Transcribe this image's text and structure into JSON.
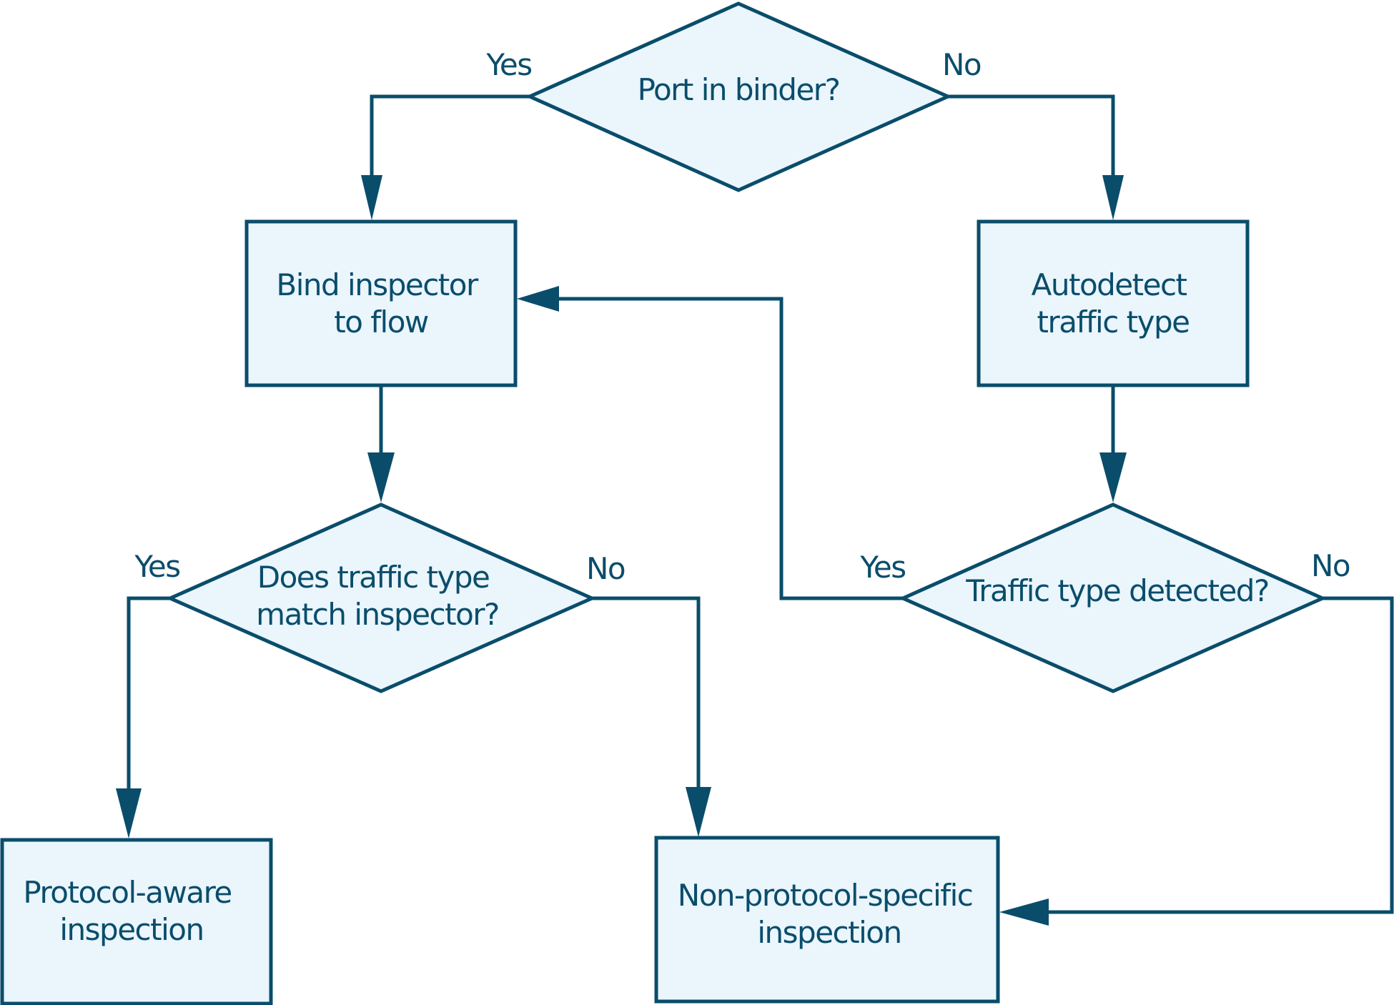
{
  "colors": {
    "stroke": "#0a4d6b",
    "fill": "#eaf5fc",
    "text": "#0a4d6b",
    "background": "#ffffff"
  },
  "nodes": {
    "port_in_binder": {
      "shape": "decision",
      "lines": [
        "Port in binder?"
      ]
    },
    "bind_inspector": {
      "shape": "process",
      "lines": [
        "Bind inspector",
        "to flow"
      ]
    },
    "autodetect": {
      "shape": "process",
      "lines": [
        "Autodetect",
        "traffic type"
      ]
    },
    "type_match": {
      "shape": "decision",
      "lines": [
        "Does traffic type",
        "match inspector?"
      ]
    },
    "type_detected": {
      "shape": "decision",
      "lines": [
        "Traffic type detected?"
      ]
    },
    "protocol_aware": {
      "shape": "process",
      "lines": [
        "Protocol-aware",
        "inspection"
      ]
    },
    "non_protocol": {
      "shape": "process",
      "lines": [
        "Non-protocol-specific",
        "inspection"
      ]
    }
  },
  "edges": [
    {
      "from": "port_in_binder",
      "to": "bind_inspector",
      "label": "Yes"
    },
    {
      "from": "port_in_binder",
      "to": "autodetect",
      "label": "No"
    },
    {
      "from": "bind_inspector",
      "to": "type_match",
      "label": ""
    },
    {
      "from": "autodetect",
      "to": "type_detected",
      "label": ""
    },
    {
      "from": "type_match",
      "to": "protocol_aware",
      "label": "Yes"
    },
    {
      "from": "type_match",
      "to": "non_protocol",
      "label": "No"
    },
    {
      "from": "type_detected",
      "to": "bind_inspector",
      "label": "Yes"
    },
    {
      "from": "type_detected",
      "to": "non_protocol",
      "label": "No"
    }
  ]
}
